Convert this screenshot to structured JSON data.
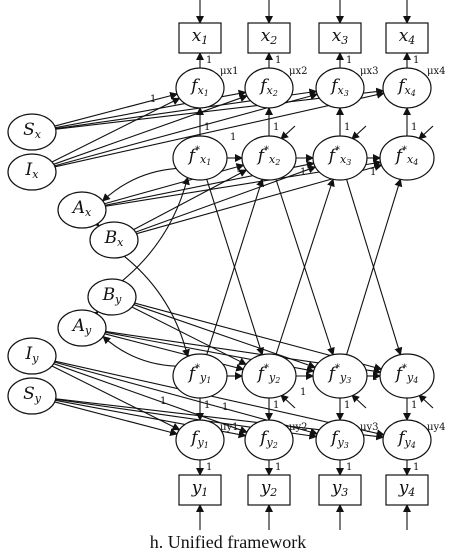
{
  "caption": "h. Unified framework",
  "nodes": {
    "x1": {
      "base": "x",
      "sub": "1"
    },
    "x2": {
      "base": "x",
      "sub": "2"
    },
    "x3": {
      "base": "x",
      "sub": "3"
    },
    "x4": {
      "base": "x",
      "sub": "4"
    },
    "fx1": {
      "base": "f",
      "sub": "x",
      "subsub": "1"
    },
    "fx2": {
      "base": "f",
      "sub": "x",
      "subsub": "2"
    },
    "fx3": {
      "base": "f",
      "sub": "x",
      "subsub": "3"
    },
    "fx4": {
      "base": "f",
      "sub": "x",
      "subsub": "4"
    },
    "fsx1": {
      "base": "f",
      "star": "*",
      "sub": "x",
      "subsub": "1"
    },
    "fsx2": {
      "base": "f",
      "star": "*",
      "sub": "x",
      "subsub": "2"
    },
    "fsx3": {
      "base": "f",
      "star": "*",
      "sub": "x",
      "subsub": "3"
    },
    "fsx4": {
      "base": "f",
      "star": "*",
      "sub": "x",
      "subsub": "4"
    },
    "Sx": {
      "base": "S",
      "sub": "x"
    },
    "Ix": {
      "base": "I",
      "sub": "x"
    },
    "Ax": {
      "base": "A",
      "sub": "x"
    },
    "Bx": {
      "base": "B",
      "sub": "x"
    },
    "By": {
      "base": "B",
      "sub": "y"
    },
    "Ay": {
      "base": "A",
      "sub": "y"
    },
    "Iy": {
      "base": "I",
      "sub": "y"
    },
    "Sy": {
      "base": "S",
      "sub": "y"
    },
    "fsy1": {
      "base": "f",
      "star": "*",
      "sub": "y",
      "subsub": "1"
    },
    "fsy2": {
      "base": "f",
      "star": "*",
      "sub": "y",
      "subsub": "2"
    },
    "fsy3": {
      "base": "f",
      "star": "*",
      "sub": "y",
      "subsub": "3"
    },
    "fsy4": {
      "base": "f",
      "star": "*",
      "sub": "y",
      "subsub": "4"
    },
    "fy1": {
      "base": "f",
      "sub": "y",
      "subsub": "1"
    },
    "fy2": {
      "base": "f",
      "sub": "y",
      "subsub": "2"
    },
    "fy3": {
      "base": "f",
      "sub": "y",
      "subsub": "3"
    },
    "fy4": {
      "base": "f",
      "sub": "y",
      "subsub": "4"
    },
    "y1": {
      "base": "y",
      "sub": "1"
    },
    "y2": {
      "base": "y",
      "sub": "2"
    },
    "y3": {
      "base": "y",
      "sub": "3"
    },
    "y4": {
      "base": "y",
      "sub": "4"
    }
  },
  "mu_x": [
    "μx1",
    "μx2",
    "μx3",
    "μx4"
  ],
  "mu_y": [
    "μy1",
    "μy2",
    "μy3",
    "μy4"
  ],
  "loading_one": "1"
}
